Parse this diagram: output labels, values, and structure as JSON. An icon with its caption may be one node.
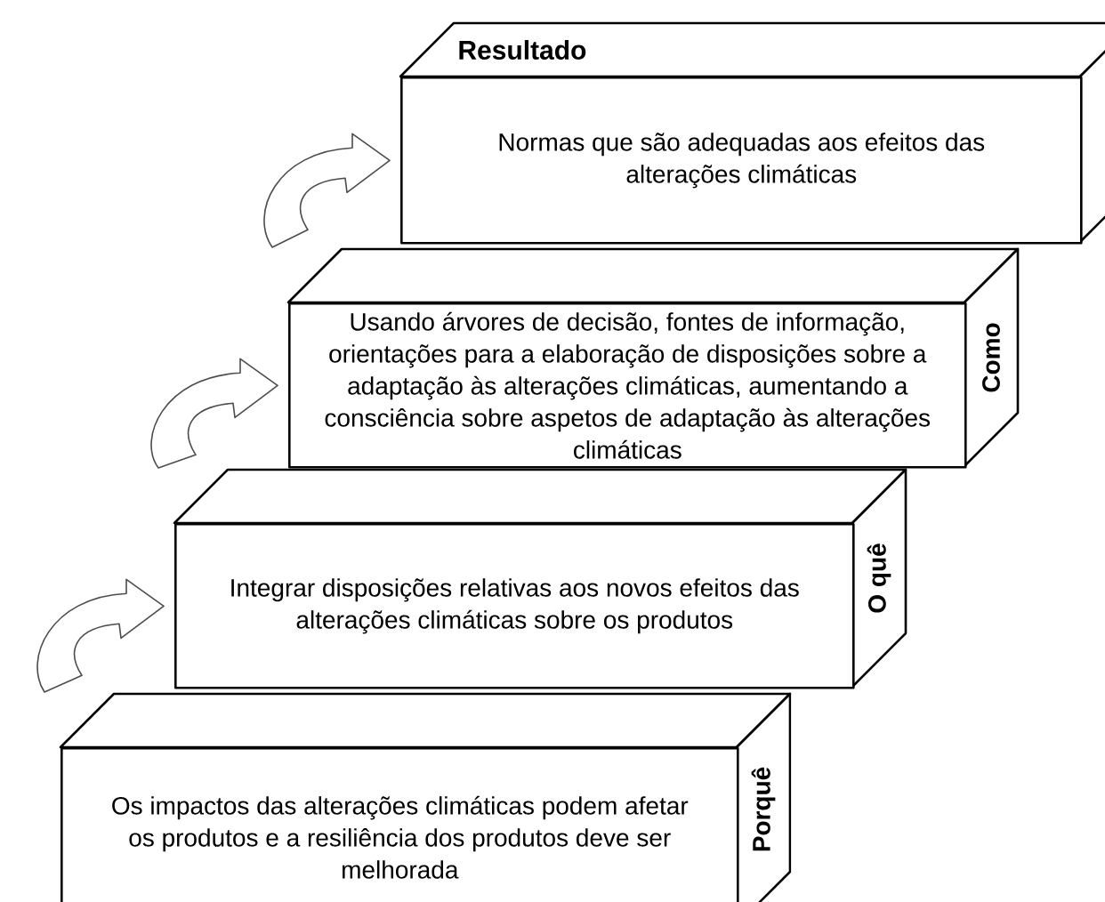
{
  "diagram": {
    "nodes": [
      {
        "text": [
          "Resultado",
          "Normas que são adequadas aos efeitos das alterações climáticas"
        ]
      },
      {
        "text": [
          "Usando árvores de decisão, fontes de informação, orientações para a elaboração de disposições sobre a adaptação às alterações climáticas, aumentando a consciência sobre aspetos de adaptação às alterações climáticas",
          "Como"
        ]
      },
      {
        "text": [
          "Integrar disposições relativas aos novos efeitos das alterações climáticas sobre os produtos",
          "O quê"
        ]
      },
      {
        "text": [
          "Os impactos das alterações climáticas podem afetar os produtos e a resiliência dos produtos deve ser melhorada",
          "Porquê"
        ]
      }
    ],
    "edges": [
      {
        "from": 1,
        "to": 0,
        "arrow": "to"
      },
      {
        "from": 2,
        "to": 1,
        "arrow": "to"
      },
      {
        "from": 3,
        "to": 2,
        "arrow": "to"
      }
    ]
  }
}
